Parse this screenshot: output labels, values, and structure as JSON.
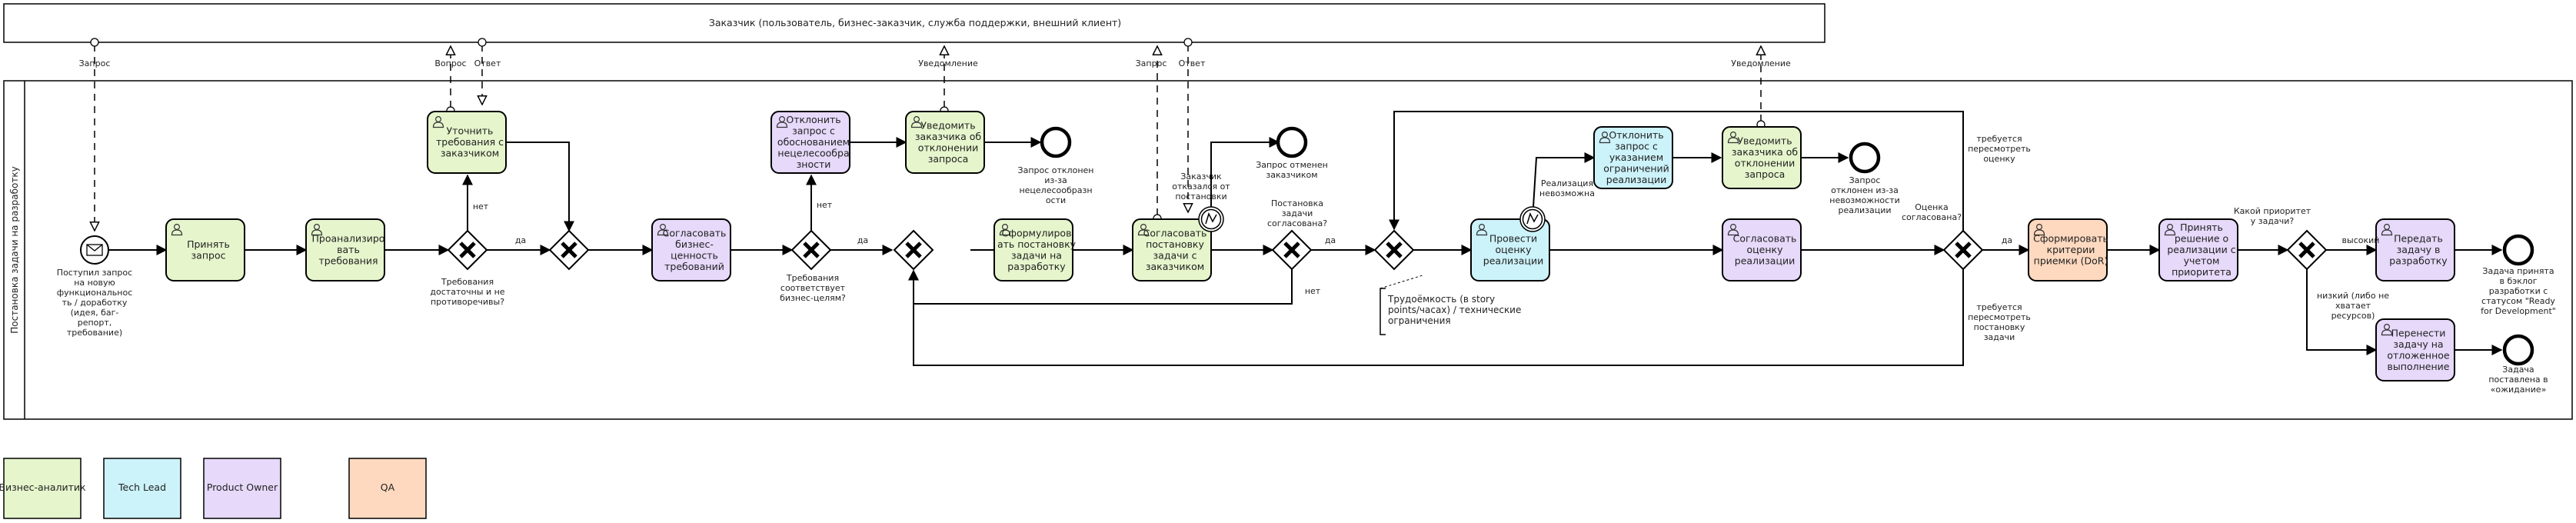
{
  "pools": {
    "customer": "Заказчик (пользователь, бизнес-заказчик, служба поддержки, внешний клиент)",
    "lane": "Постановка задачи на разработку"
  },
  "messages": {
    "request": "Запрос",
    "question": "Вопрос",
    "answer1": "Ответ",
    "notify1": "Уведомление",
    "request2": "Запрос",
    "answer2": "Ответ",
    "notify2": "Уведомление"
  },
  "events": {
    "start": [
      "Поступил запрос",
      "на новую",
      "функциональнос",
      "ть / доработку",
      "(идея, баг-",
      "репорт,",
      "требование)"
    ],
    "end_rejected": [
      "Запрос отклонен",
      "из-за",
      "нецелесообразн",
      "ости"
    ],
    "end_cancelled": [
      "Запрос отменен",
      "заказчиком"
    ],
    "end_impossible": [
      "Запрос",
      "отклонен из-за",
      "невозможности",
      "реализации"
    ],
    "end_backlog": [
      "Задача принята",
      "в бэклог",
      "разработки с",
      "статусом \"Ready",
      "for Development\""
    ],
    "end_postponed": [
      "Задача",
      "поставлена в",
      "«ожидание»"
    ],
    "customer_refused": [
      "Заказчик",
      "отказался от",
      "постановки"
    ],
    "impl_impossible": [
      "Реализация",
      "невозможна"
    ]
  },
  "tasks": {
    "accept": [
      "Принять",
      "запрос"
    ],
    "analyze": [
      "Проанализиро",
      "вать",
      "требования"
    ],
    "clarify": [
      "Уточнить",
      "требования с",
      "заказчиком"
    ],
    "value": [
      "Согласовать",
      "бизнес-",
      "ценность",
      "требований"
    ],
    "reject": [
      "Отклонить",
      "запрос с",
      "обоснованием",
      "нецелесообра",
      "зности"
    ],
    "notify_reject": [
      "Уведомить",
      "заказчика об",
      "отклонении",
      "запроса"
    ],
    "formulate": [
      "Сформулиров",
      "ать постановку",
      "задачи на",
      "разработку"
    ],
    "agree": [
      "Согласовать",
      "постановку",
      "задачи с",
      "заказчиком"
    ],
    "estimate": [
      "Провести",
      "оценку",
      "реализации"
    ],
    "reject_limits": [
      "Отклонить",
      "запрос с",
      "указанием",
      "ограничений",
      "реализации"
    ],
    "notify_reject2": [
      "Уведомить",
      "заказчика об",
      "отклонении",
      "запроса"
    ],
    "agree_estimate": [
      "Согласовать",
      "оценку",
      "реализации"
    ],
    "dor": [
      "Сформировать",
      "критерии",
      "приемки (DoR)"
    ],
    "priority_decision": [
      "Принять",
      "решение о",
      "реализации с",
      "учетом",
      "приоритета"
    ],
    "handover": [
      "Передать",
      "задачу в",
      "разработку"
    ],
    "postpone": [
      "Перенести",
      "задачу на",
      "отложенное",
      "выполнение"
    ]
  },
  "labels": {
    "no1": "нет",
    "yes1": "да",
    "no2": "нет",
    "yes2": "да",
    "no3": "нет",
    "yes3": "да",
    "high": "высокий",
    "q_requirements": [
      "Требования",
      "достаточны и не",
      "противоречивы?"
    ],
    "q_business": [
      "Требования",
      "соответствует",
      "бизнес-целям?"
    ],
    "q_agreed": [
      "Постановка",
      "задачи",
      "согласована?"
    ],
    "q_estimate": [
      "Оценка",
      "согласована?"
    ],
    "q_priority": [
      "Какой приоритет",
      "у задачи?"
    ],
    "revise_up": [
      "требуется",
      "пересмотреть",
      "оценку"
    ],
    "revise_down": [
      "требуется",
      "пересмотреть",
      "постановку",
      "задачи"
    ],
    "low": [
      "низкий (либо не",
      "хватает",
      "ресурсов)"
    ],
    "annotation": [
      "Трудоёмкость (в story",
      "points/часах) / технические",
      "ограничения"
    ]
  },
  "legend": {
    "ba": "Бизнес-аналитик",
    "tl": "Tech Lead",
    "po": "Product Owner",
    "qa": "QA"
  },
  "colors": {
    "ba": "#e6f5cc",
    "tl": "#ccf2fa",
    "po": "#e6d9fa",
    "qa": "#ffd9bf"
  }
}
